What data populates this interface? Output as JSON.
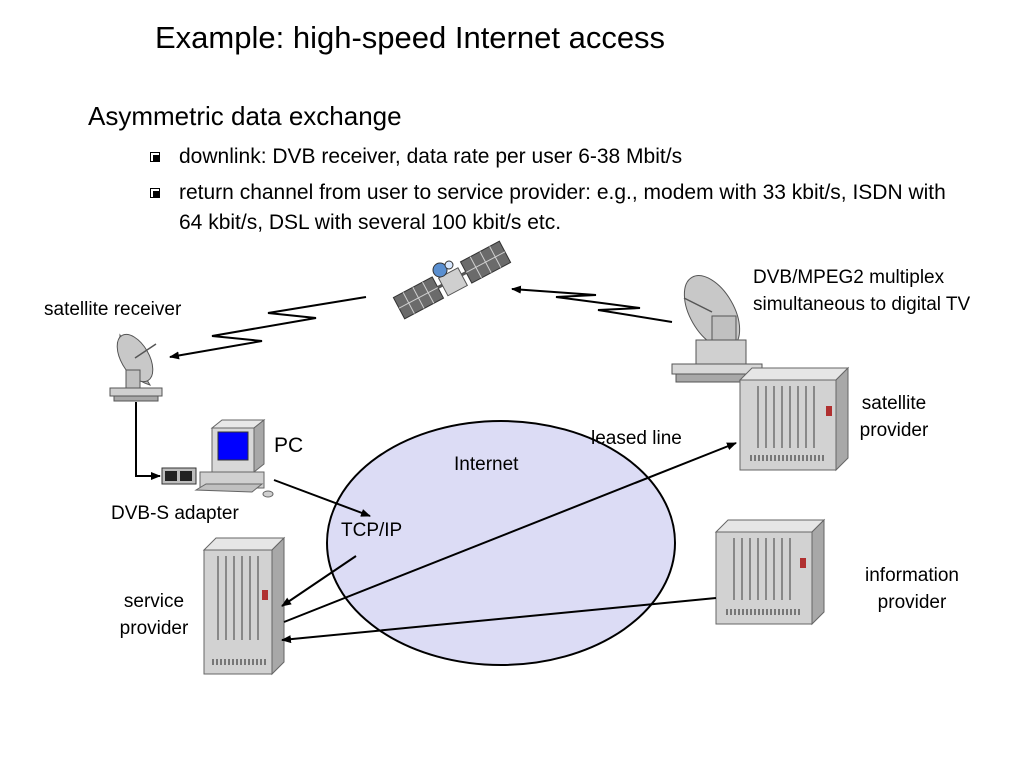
{
  "title": "Example: high-speed Internet access",
  "heading": "Asymmetric data exchange",
  "bullets": [
    "downlink: DVB receiver, data rate per user 6-38 Mbit/s",
    "return channel from user to service provider: e.g., modem with 33 kbit/s, ISDN with 64 kbit/s, DSL with several 100 kbit/s etc."
  ],
  "labels": {
    "satellite_receiver": "satellite receiver",
    "multiplex_line1": "DVB/MPEG2 multiplex",
    "multiplex_line2": "simultaneous to digital TV",
    "satellite_provider_line1": "satellite",
    "satellite_provider_line2": "provider",
    "pc": "PC",
    "leased_line": "leased line",
    "internet": "Internet",
    "dvb_s_adapter": "DVB-S adapter",
    "tcp_ip": "TCP/IP",
    "service_provider_line1": "service",
    "service_provider_line2": "provider",
    "information_provider_line1": "information",
    "information_provider_line2": "provider"
  },
  "colors": {
    "internet_cloud_fill": "#dcdcf5",
    "monitor_screen": "#0000ff",
    "equipment_gray": "#c8c8c8"
  },
  "icons": [
    "satellite-icon",
    "satellite-dish-icon",
    "uplink-dish-icon",
    "computer-icon",
    "dvb-s-adapter-icon",
    "server-rack-icon"
  ]
}
